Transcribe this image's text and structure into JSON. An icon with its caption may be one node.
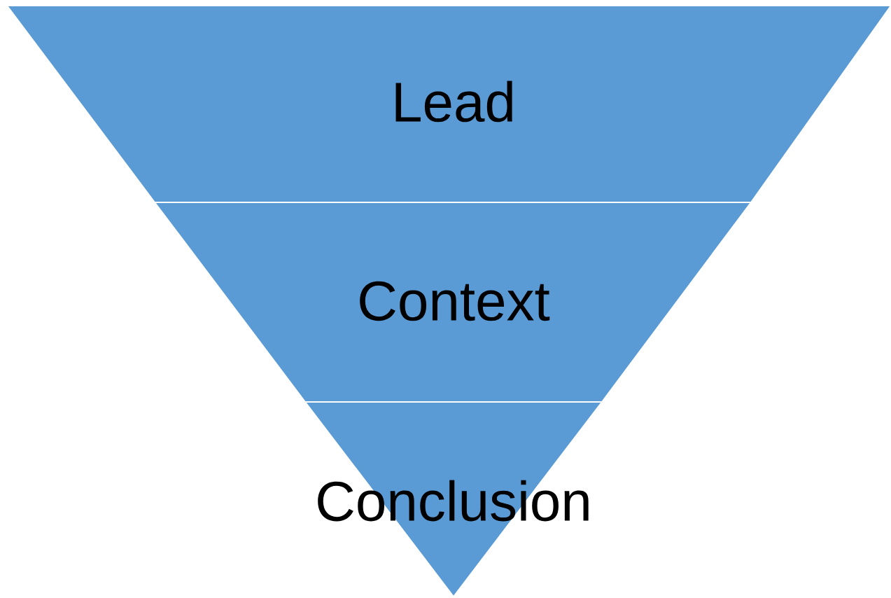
{
  "diagram": {
    "nodes": [
      {
        "text": [
          "Lead"
        ]
      },
      {
        "text": [
          "Context"
        ]
      },
      {
        "text": [
          "Conclusion"
        ]
      }
    ]
  }
}
